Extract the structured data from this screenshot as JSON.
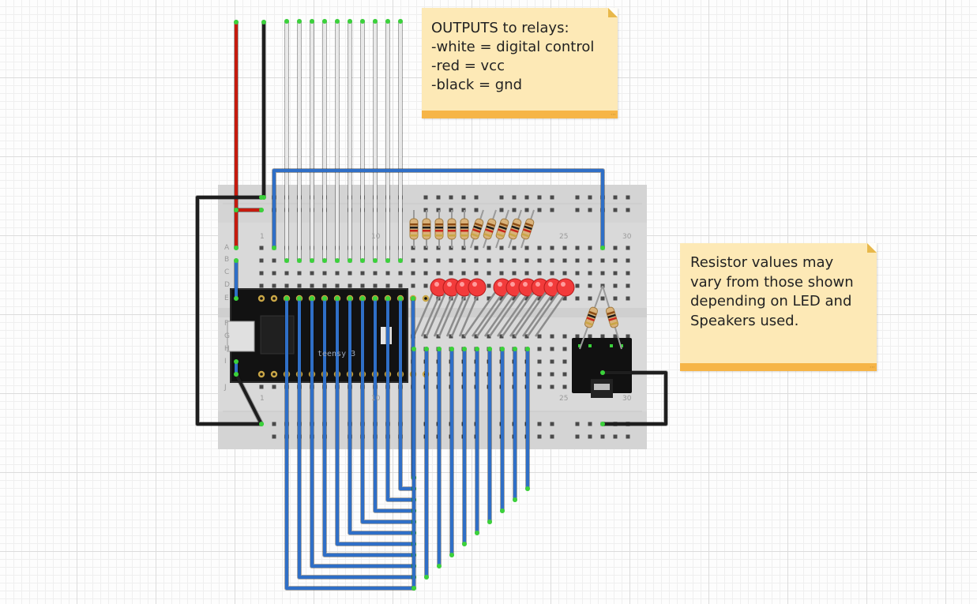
{
  "notes": {
    "outputs": {
      "lines": [
        "OUTPUTS to relays:",
        "-white = digital control",
        "-red = vcc",
        "-black = gnd"
      ]
    },
    "resistors": {
      "lines": [
        "Resistor values may",
        "vary from those shown",
        "depending on LED and",
        "Speakers used."
      ]
    }
  },
  "breadboard": {
    "row_letters": [
      "A",
      "B",
      "C",
      "D",
      "E",
      "F",
      "G",
      "H",
      "I",
      "J"
    ],
    "column_numbers": [
      "1",
      "10",
      "25",
      "30"
    ]
  },
  "microcontroller": {
    "label": "teensy 3"
  },
  "colors": {
    "wire_blue": "#2f6fc7",
    "wire_red": "#c51b0e",
    "wire_black": "#1e1e1e",
    "wire_white": "#e9e9e9",
    "led_red": "#f23b3b",
    "note_fill": "#fde9b6",
    "note_stripe": "#f6b547"
  }
}
